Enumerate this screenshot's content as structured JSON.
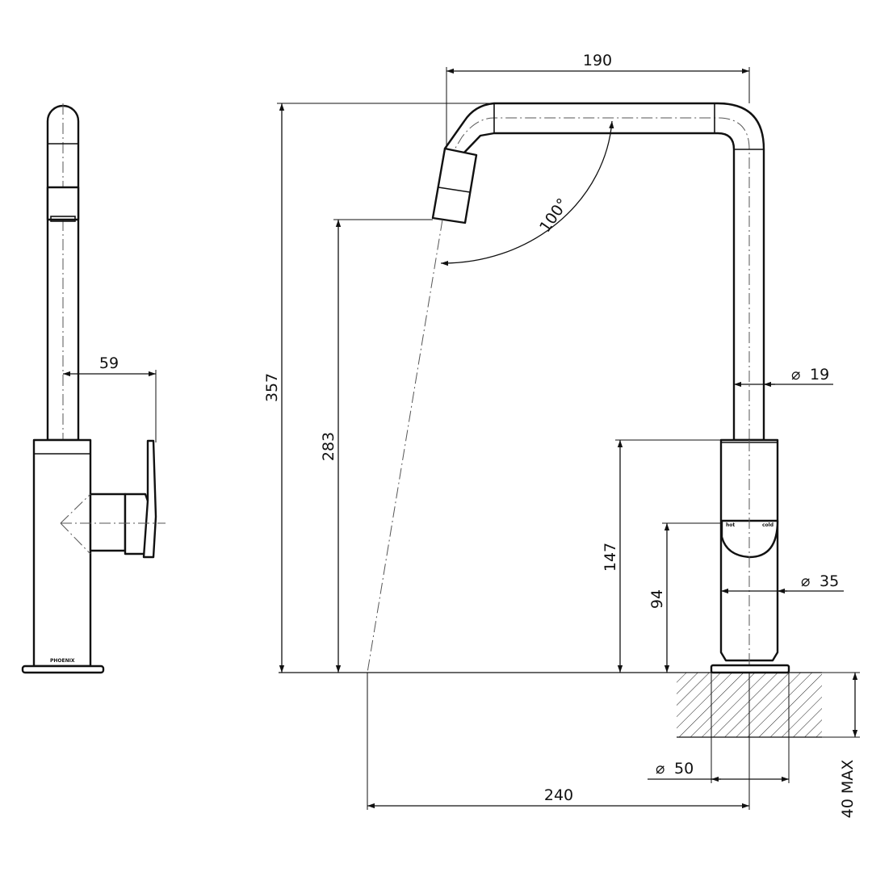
{
  "dimensions": {
    "spout_reach": "190",
    "overall_height": "357",
    "outlet_height": "283",
    "swing_angle": "100°",
    "spout_diameter": "19",
    "body_height": "147",
    "lever_height": "94",
    "body_diameter": "35",
    "base_diameter": "50",
    "projection": "240",
    "bench_thickness": "40 MAX",
    "side_lever_offset": "59"
  },
  "symbols": {
    "diameter": "⌀"
  },
  "labels": {
    "brand": "PHOENIX",
    "hot": "hot",
    "cold": "cold"
  },
  "colors": {
    "line": "#111111",
    "background": "#ffffff"
  }
}
